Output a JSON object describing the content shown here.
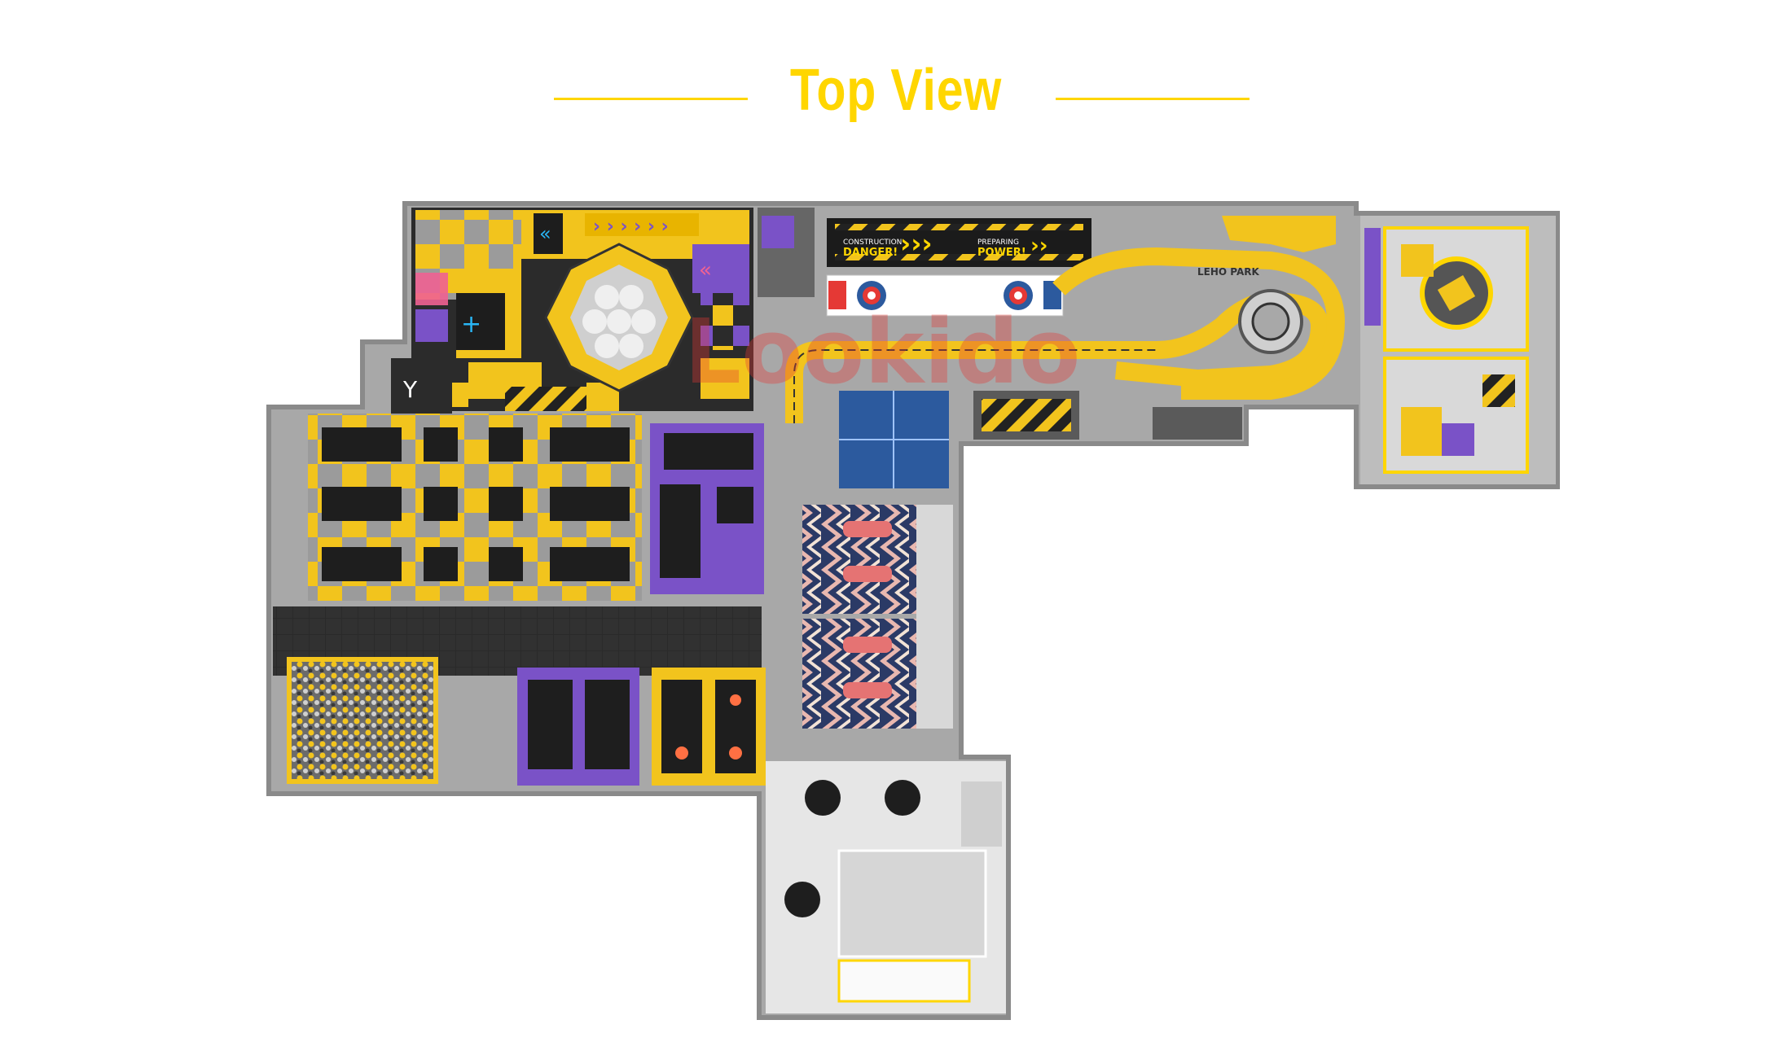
{
  "page": {
    "title": "Top View"
  },
  "colors": {
    "accent": "#ffd600",
    "floor": "#a9a9a9",
    "dark": "#222222",
    "purple": "#6b46c1",
    "blue": "#2c5a9e"
  },
  "signs": {
    "danger_top": "CONSTRUCTION",
    "danger_main": "DANGER!",
    "power_top": "PREPARING",
    "power_main": "POWER!",
    "track_brand": "LEHO PARK"
  },
  "watermark": "Lookido"
}
